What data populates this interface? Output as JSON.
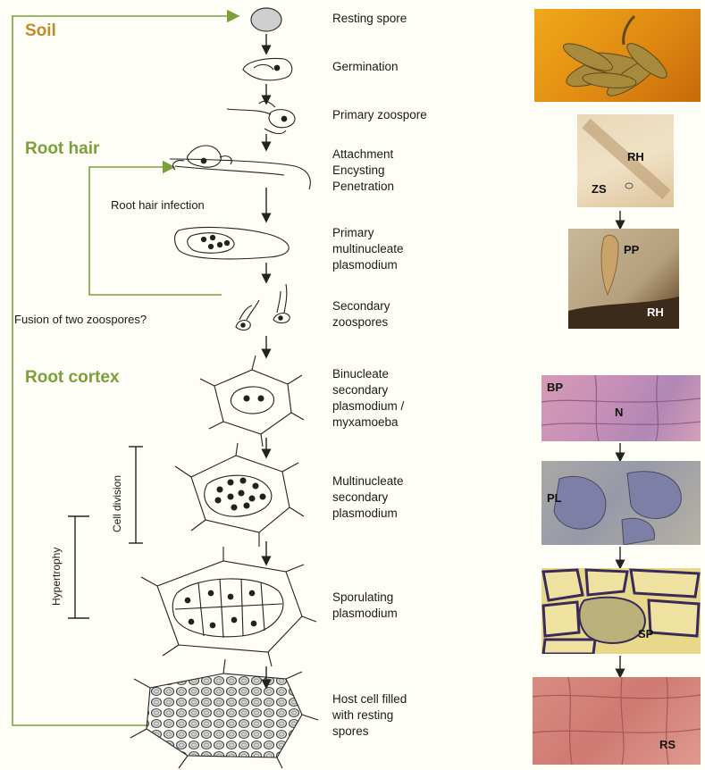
{
  "sections": {
    "soil": "Soil",
    "root_hair": "Root hair",
    "root_cortex": "Root cortex"
  },
  "stages": [
    "Resting spore",
    "Germination",
    "Primary zoospore",
    "Attachment\nEncysting\nPenetration",
    "Primary\nmultinucleate\nplasmodium",
    "Secondary\nzoospores",
    "Binucleate\nsecondary\nplasmodium /\nmyxamoeba",
    "Multinucleate\nsecondary\nplasmodium",
    "Sporulating\nplasmodium",
    "Host cell filled\nwith resting\nspores"
  ],
  "notes": {
    "root_hair_infection": "Root hair infection",
    "fusion": "Fusion of two zoospores?",
    "cell_division": "Cell division",
    "hypertrophy": "Hypertrophy"
  },
  "photo_labels": {
    "rh1": "RH",
    "zs": "ZS",
    "pp": "PP",
    "rh2": "RH",
    "bp": "BP",
    "n": "N",
    "pl": "PL",
    "sp": "SP",
    "rs": "RS"
  },
  "colors": {
    "green": "#7ba03a",
    "soil": "#c38a28"
  }
}
